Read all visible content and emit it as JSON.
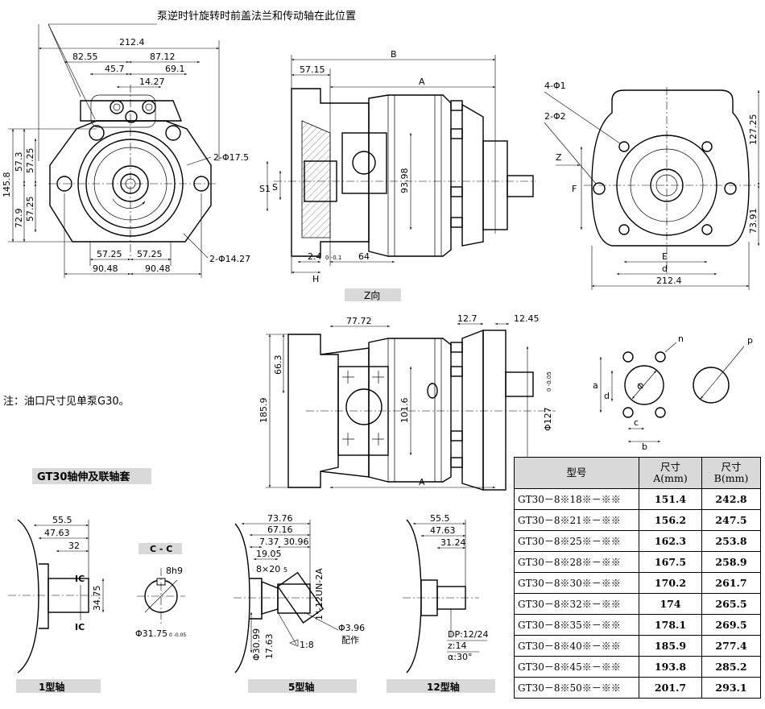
{
  "top_note": "泵逆时针旋转时前盖法兰和传动轴在此位置",
  "side_note": "注：油口尺寸见单泵G30。",
  "section_title": "GT30轴伸及联轴套",
  "captions": {
    "z_view": "Z向",
    "shaft1": "1型轴",
    "shaft5": "5型轴",
    "shaft12": "12型轴",
    "section_cc": "C - C"
  },
  "front_view_dims": {
    "w212": "212.4",
    "w8255": "82.55",
    "w8712": "87.12",
    "w457": "45.7",
    "w691": "69.1",
    "w1427": "14.27",
    "h1458": "145.8",
    "h729": "72.9",
    "h573": "57.3",
    "h5725a": "57.25",
    "h5725b": "57.25",
    "b5725a": "57.25",
    "b5725b": "57.25",
    "b9048a": "90.48",
    "b9048b": "90.48",
    "hole175": "2-Φ17.5",
    "hole1427": "2-Φ14.27"
  },
  "side_view_dims": {
    "B": "B",
    "A": "A",
    "d5715": "57.15",
    "d9398": "93.98",
    "S1": "S1",
    "S": "S",
    "d24": "2.4",
    "tol24": "0 -0.1",
    "d64": "64",
    "H": "H"
  },
  "z_view_dims": {
    "phi1": "4-Φ1",
    "phi2": "2-Φ2",
    "Z": "Z",
    "F": "F",
    "E": "E",
    "d": "d",
    "w2124": "212.4",
    "h12725": "127.25",
    "h7391": "73.91"
  },
  "lower_view_dims": {
    "d7772": "77.72",
    "d127": "12.7",
    "d1245": "12.45",
    "d663": "66.3",
    "d1859": "185.9",
    "d1016": "101.6",
    "phi127": "Φ127",
    "tol127": "0 -0.05",
    "A": "A"
  },
  "port_dims": {
    "n": "n",
    "p": "p",
    "a": "a",
    "d": "d",
    "c": "c",
    "b": "b",
    "phi": "Φ"
  },
  "shaft1_dims": {
    "d555": "55.5",
    "d4763": "47.63",
    "d32": "32",
    "ic": "IC",
    "d3475": "34.75"
  },
  "cc_dims": {
    "key": "8h9",
    "phi": "Φ31.75",
    "tol": "0 -0.05"
  },
  "shaft5_dims": {
    "d7376": "73.76",
    "d6716": "67.16",
    "d737": "7.37",
    "d3096": "30.96",
    "d1905": "19.05",
    "spline": "8×20",
    "d5": "5",
    "thread": "1\"-12UN-2A",
    "phi3099": "Φ30.99",
    "d1763": "17.63",
    "taper": "1:8",
    "pin": "Φ3.96",
    "pin_note": "配作"
  },
  "shaft12_dims": {
    "d555": "55.5",
    "d4763": "47.63",
    "d3124": "31.24",
    "dp": "DP:12/24",
    "z": "z:14",
    "alpha": "α:30°"
  },
  "table": {
    "headers": [
      "型号",
      "尺寸\nA(mm)",
      "尺寸\nB(mm)"
    ],
    "rows": [
      [
        "GT30－8※18※－※※",
        "151.4",
        "242.8"
      ],
      [
        "GT30－8※21※－※※",
        "156.2",
        "247.5"
      ],
      [
        "GT30－8※25※－※※",
        "162.3",
        "253.8"
      ],
      [
        "GT30－8※28※－※※",
        "167.5",
        "258.9"
      ],
      [
        "GT30－8※30※－※※",
        "170.2",
        "261.7"
      ],
      [
        "GT30－8※32※－※※",
        "174",
        "265.5"
      ],
      [
        "GT30－8※35※－※※",
        "178.1",
        "269.5"
      ],
      [
        "GT30－8※40※－※※",
        "185.9",
        "277.4"
      ],
      [
        "GT30－8※45※－※※",
        "193.8",
        "285.2"
      ],
      [
        "GT30－8※50※－※※",
        "201.7",
        "293.1"
      ]
    ]
  }
}
